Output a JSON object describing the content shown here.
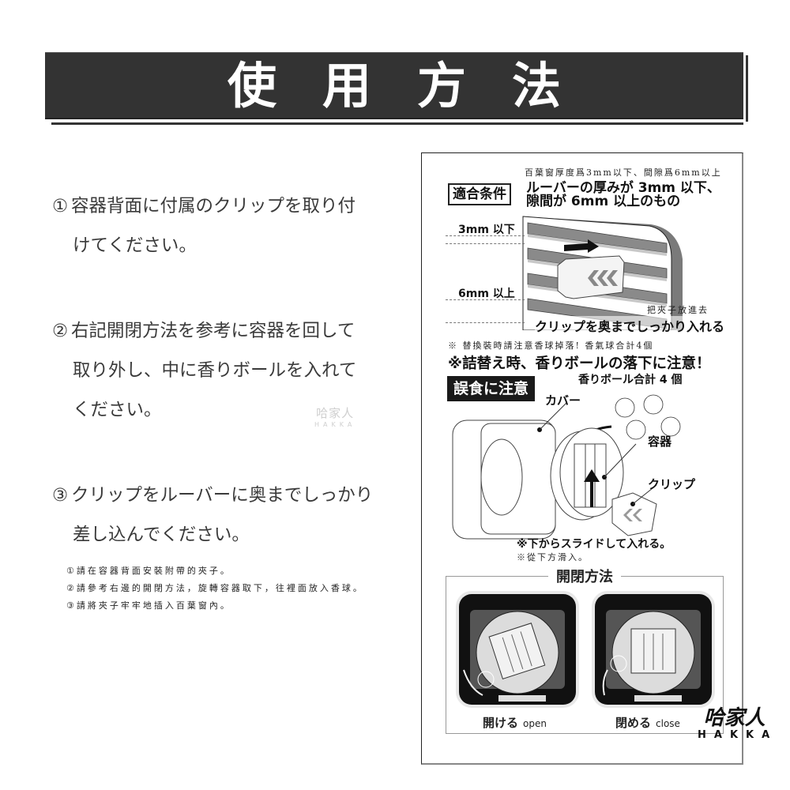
{
  "header": {
    "title": "使用方法"
  },
  "steps": [
    {
      "number": "①",
      "lines": [
        "容器背面に付属のクリップを取り付",
        "けてください。"
      ]
    },
    {
      "number": "②",
      "lines": [
        "右記開閉方法を参考に容器を回して",
        "取り外し、中に香りボールを入れて",
        "ください。"
      ]
    },
    {
      "number": "③",
      "lines": [
        "クリップをルーバーに奥までしっかり",
        "差し込んでください。"
      ]
    }
  ],
  "notes_zh": [
    "①請在容器背面安裝附帶的夾子。",
    "②請參考右邊的開閉方法，旋轉容器取下，往裡面放入香球。",
    "③請將夾子牢牢地插入百葉窗內。"
  ],
  "watermark": {
    "kanji": "哈家人",
    "latin": "HAKKA"
  },
  "panel": {
    "compat_zh": "百葉窗厚度爲3mm以下、間隙爲6mm以上",
    "compat_badge": "適合条件",
    "compat_text_line1": "ルーバーの厚みが 3mm 以下、",
    "compat_text_line2": "隙間が 6mm 以上のもの",
    "dim_thickness": "3mm 以下",
    "dim_gap": "6mm 以上",
    "insert_zh": "把夾子放進去",
    "insert_jp": "クリップを奥までしっかり入れる",
    "refill_zh": "※ 替換裝時請注意香球掉落! 香氣球合計4個",
    "refill_jp": "※詰替え時、香りボールの落下に注意！",
    "balls_count": "香りボール合計 4 個",
    "swallow_badge": "誤食に注意",
    "label_cover": "カバー",
    "label_container": "容器",
    "label_clip": "クリップ",
    "slide_jp": "※下からスライドして入れる。",
    "slide_zh": "※從下方滑入。",
    "open_close_title": "開閉方法",
    "open_label_jp": "開ける",
    "open_label_en": "open",
    "close_label_jp": "閉める",
    "close_label_en": "close"
  },
  "logo": {
    "kanji": "哈家人",
    "latin": "HAKKA"
  },
  "colors": {
    "banner": "#333333",
    "text": "#3a3a3a",
    "dark_badge": "#1a1a1a",
    "vent_gray": "#7a7a7a"
  }
}
